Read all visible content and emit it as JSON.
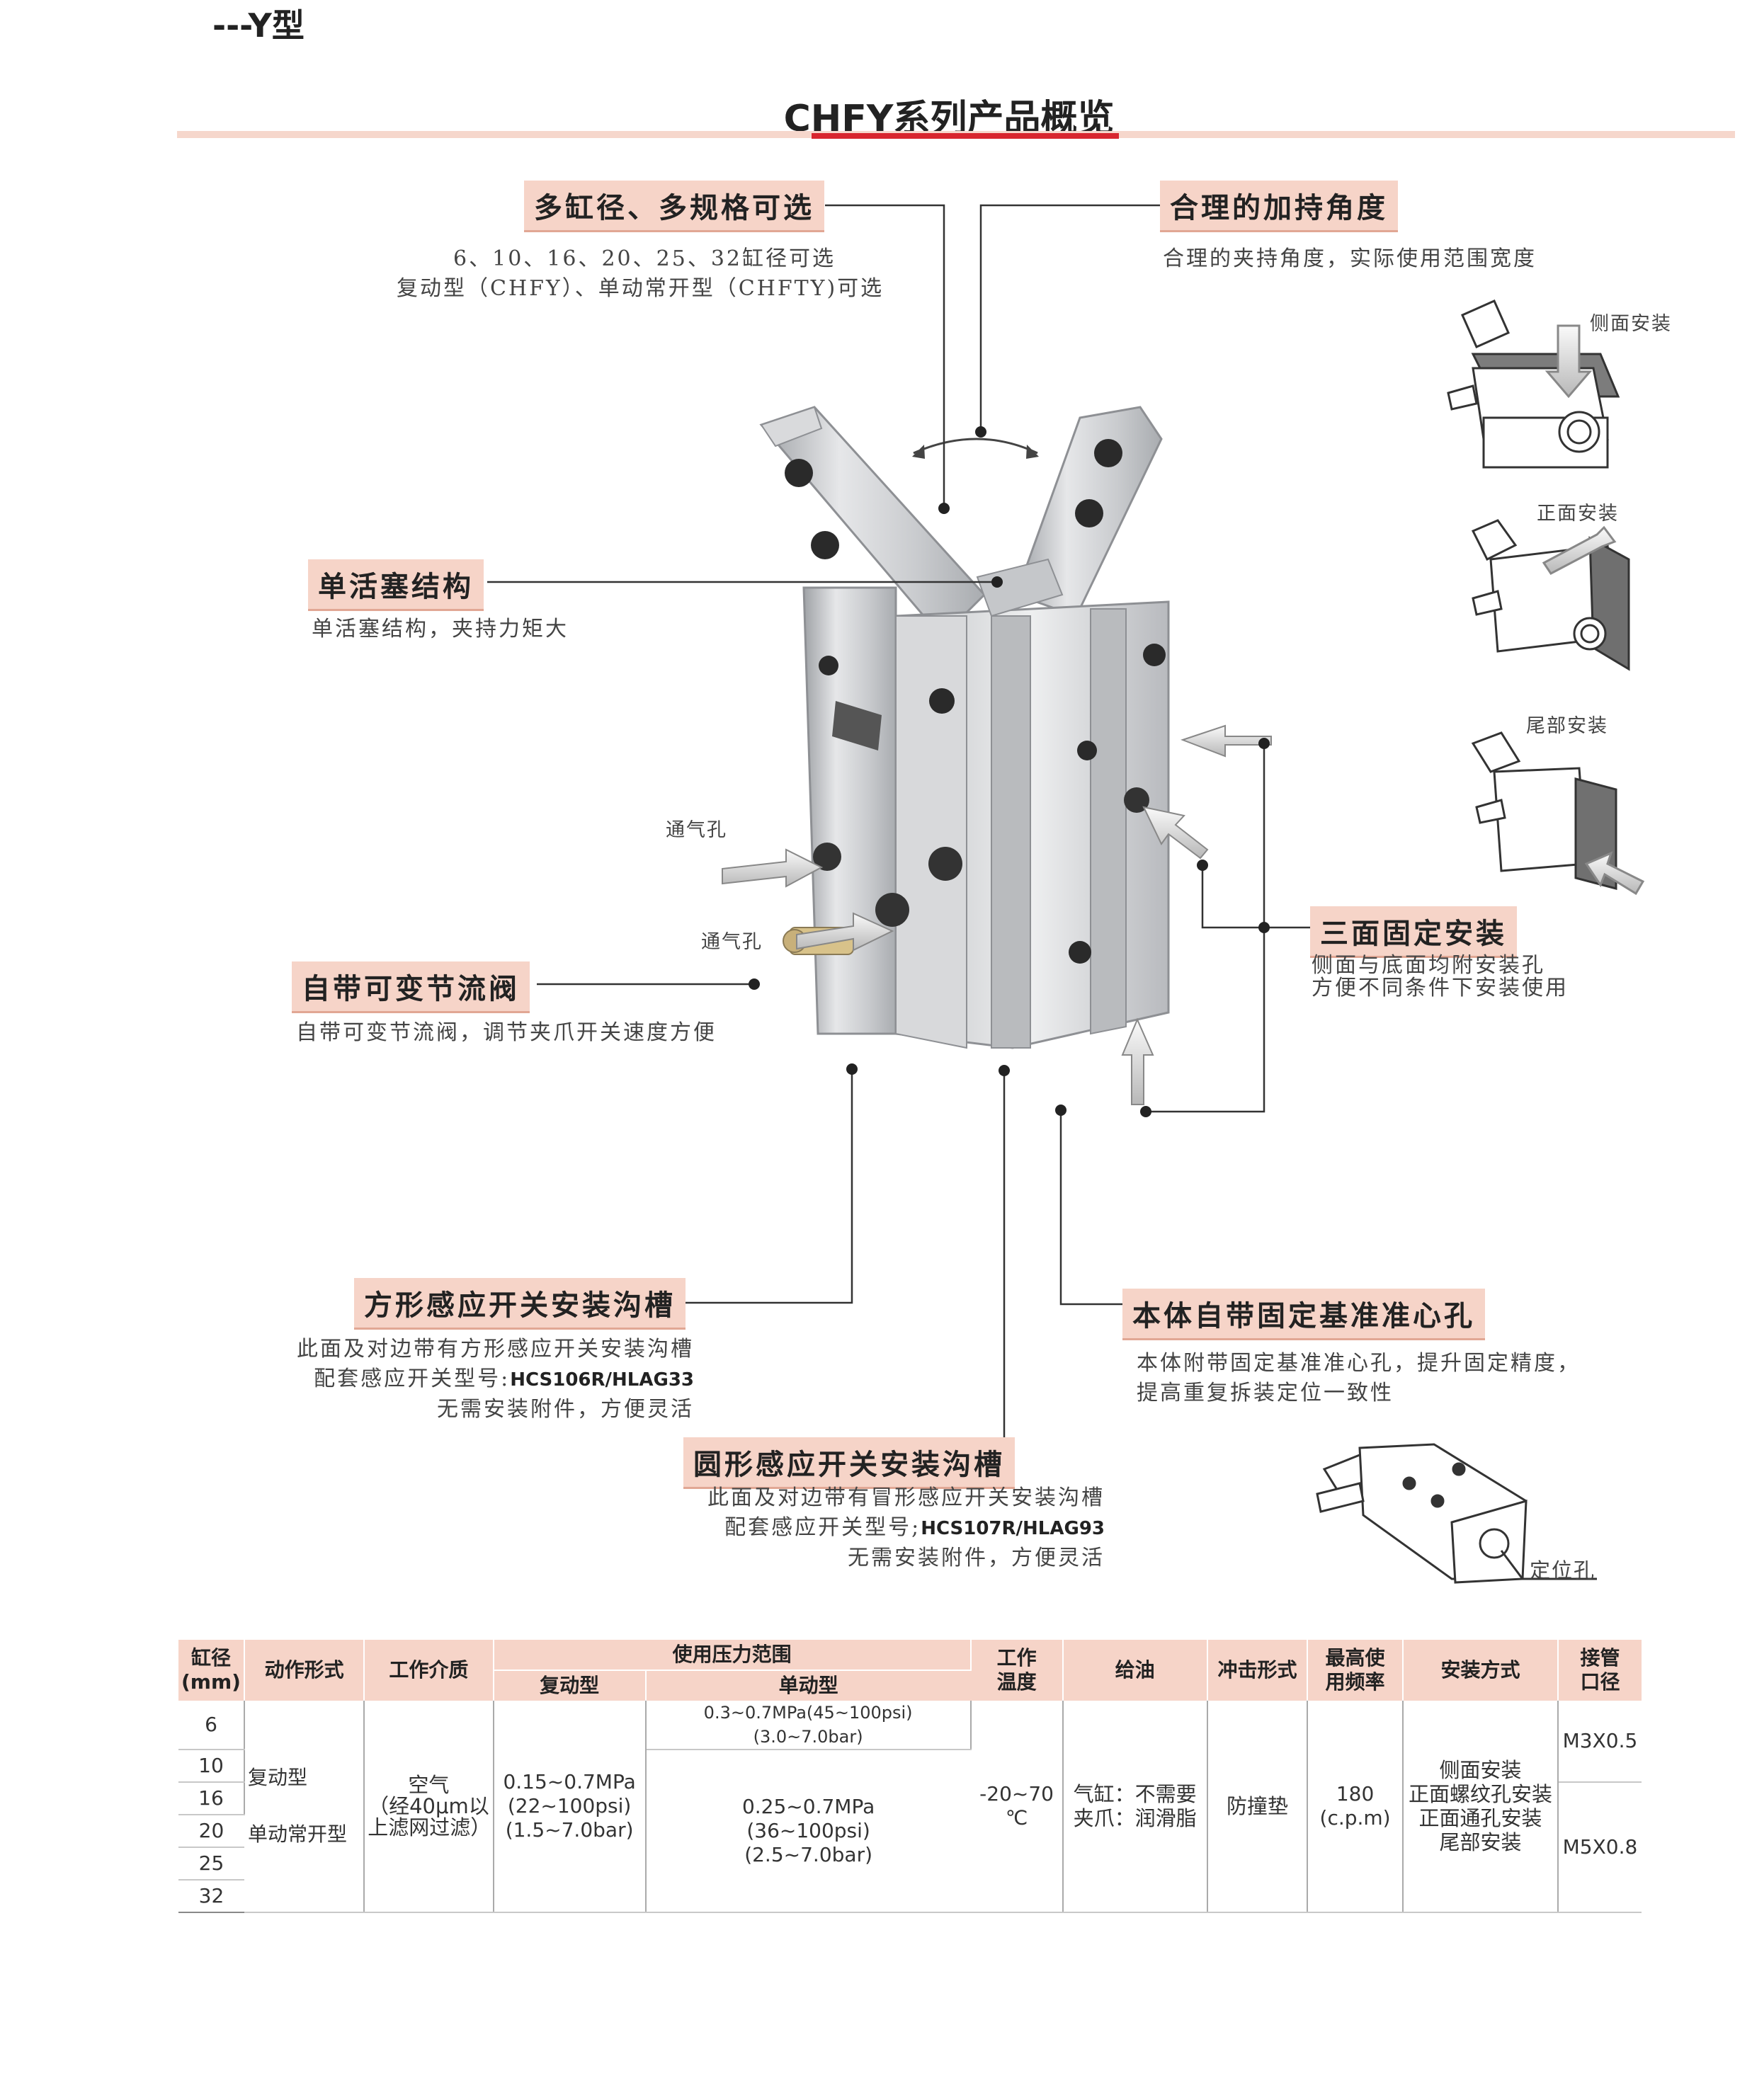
{
  "header": {
    "corner_title": "---Y型",
    "title": "CHFY系列产品概览"
  },
  "features": {
    "bore": {
      "title": "多缸径、多规格可选",
      "lines": [
        "6、10、16、20、25、32缸径可选",
        "复动型（CHFY）、单动常开型（CHFTY)可选"
      ]
    },
    "angle": {
      "title": "合理的加持角度",
      "lines": [
        "合理的夹持角度，实际使用范围宽度"
      ]
    },
    "piston": {
      "title": "单活塞结构",
      "lines": [
        "单活塞结构，夹持力矩大"
      ]
    },
    "valve": {
      "title": "自带可变节流阀",
      "lines": [
        "自带可变节流阀，调节夹爪开关速度方便"
      ]
    },
    "mount": {
      "title": "三面固定安装",
      "lines": [
        "侧面与底面均附安装孔",
        "方便不同条件下安装使用"
      ]
    },
    "square_groove": {
      "title": "方形感应开关安装沟槽",
      "line1": "此面及对边带有方形感应开关安装沟槽",
      "line2_prefix": "配套感应开关型号:",
      "line2_model": "HCS106R/HLAG33",
      "line3": "无需安装附件，方便灵活"
    },
    "round_groove": {
      "title": "圆形感应开关安装沟槽",
      "line1": "此面及对边带有冒形感应开关安装沟槽",
      "line2_prefix": "配套感应开关型号;",
      "line2_model": "HCS107R/HLAG93",
      "line3": "无需安装附件，方便灵活"
    },
    "datum": {
      "title": "本体自带固定基准准心孔",
      "lines": [
        "本体附带固定基准准心孔，提升固定精度，",
        "提高重复拆装定位一致性"
      ]
    }
  },
  "labels": {
    "vent_1": "通气孔",
    "vent_2": "通气孔",
    "side_mount": "侧面安装",
    "front_mount": "正面安装",
    "tail_mount": "尾部安装",
    "locating_hole": "定位孔"
  },
  "table": {
    "headers": {
      "bore": "缸径\n(mm)",
      "action": "动作形式",
      "medium": "工作介质",
      "pressure": "使用压力范围",
      "double": "复动型",
      "single": "单动型",
      "temp": "工作\n温度",
      "lube": "给油",
      "cushion": "冲击形式",
      "freq": "最高使\n用频率",
      "mounting": "安装方式",
      "port": "接管\n口径"
    },
    "bores": [
      "6",
      "10",
      "16",
      "20",
      "25",
      "32"
    ],
    "action": [
      "复动型",
      "单动常开型"
    ],
    "medium": "空气\n（经40μm以\n上滤网过滤）",
    "double_pressure": "0.15~0.7MPa\n(22~100psi)\n(1.5~7.0bar)",
    "single_pressure_small": "0.3~0.7MPa(45~100psi)(3.0~7.0bar)",
    "single_pressure_large": "0.25~0.7MPa\n(36~100psi)\n(2.5~7.0bar)",
    "temp": "-20~70\n℃",
    "lube": "气缸：不需要\n夹爪：润滑脂",
    "cushion": "防撞垫",
    "freq": "180\n(c.p.m)",
    "mounting": "侧面安装\n正面螺纹孔安装\n正面通孔安装\n尾部安装",
    "port_small": "M3X0.5",
    "port_large": "M5X0.8"
  }
}
